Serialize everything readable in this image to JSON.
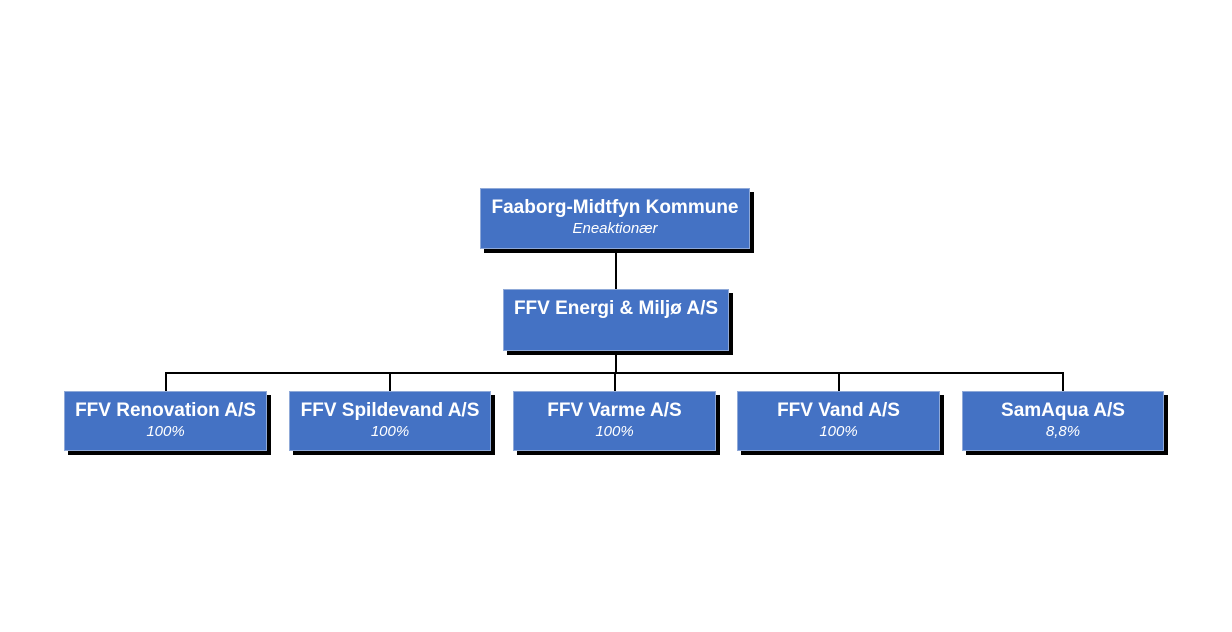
{
  "org_chart": {
    "root": {
      "name": "Faaborg-Midtfyn Kommune",
      "subtitle": "Eneaktionær"
    },
    "holding": {
      "name": "FFV Energi & Miljø A/S"
    },
    "subsidiaries": [
      {
        "name": "FFV Renovation A/S",
        "subtitle": "100%"
      },
      {
        "name": "FFV Spildevand A/S",
        "subtitle": "100%"
      },
      {
        "name": "FFV Varme A/S",
        "subtitle": "100%"
      },
      {
        "name": "FFV Vand A/S",
        "subtitle": "100%"
      },
      {
        "name": "SamAqua A/S",
        "subtitle": "8,8%"
      }
    ]
  },
  "colors": {
    "box_fill": "#4472c4",
    "box_text": "#ffffff",
    "connector": "#000000",
    "shadow": "#000000"
  }
}
